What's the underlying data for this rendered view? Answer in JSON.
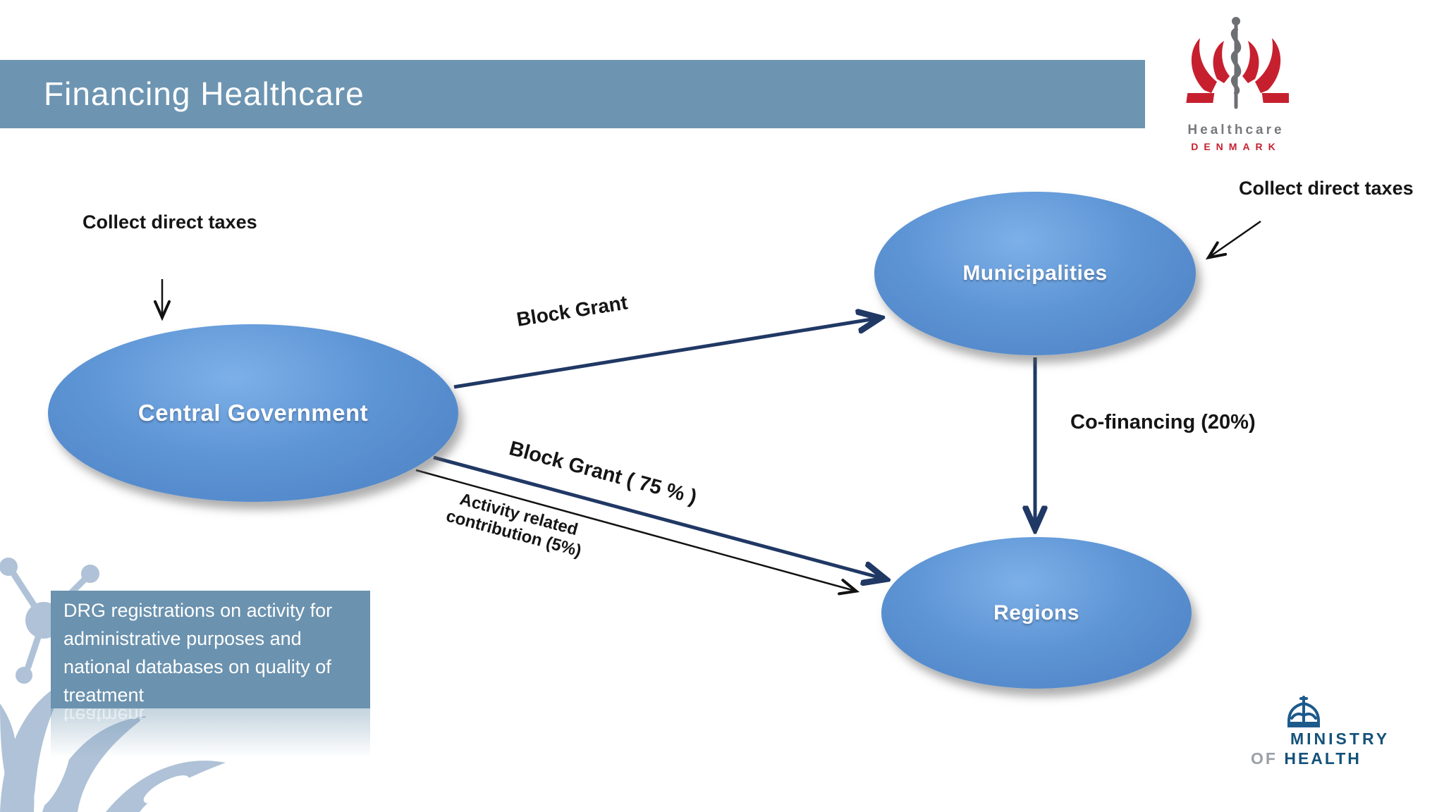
{
  "header": {
    "title": "Financing Healthcare"
  },
  "logo_healthcare_denmark": {
    "line1": "Healthcare",
    "line2": "DENMARK"
  },
  "nodes": {
    "central_government": {
      "label": "Central Government"
    },
    "municipalities": {
      "label": "Municipalities"
    },
    "regions": {
      "label": "Regions"
    }
  },
  "labels": {
    "collect_taxes_left": "Collect direct taxes",
    "collect_taxes_right": "Collect direct taxes"
  },
  "edges": {
    "block_grant": {
      "label": "Block Grant"
    },
    "block_grant_75": {
      "label": "Block Grant  ( 75 % )"
    },
    "activity": {
      "lines": [
        "Activity related",
        "contribution (5%)"
      ]
    },
    "co_financing": {
      "label": "Co-financing (20%)"
    }
  },
  "note_box": {
    "lines": [
      "DRG registrations on activity for",
      "administrative purposes and",
      "national  databases on quality of",
      "treatment"
    ],
    "reflection": "treatment"
  },
  "logo_ministry": {
    "line1": "MINISTRY",
    "of": "OF",
    "health": "HEALTH"
  },
  "colors": {
    "band": "#6d95b2",
    "note_bg": "#6b92ae",
    "node_fill": "#5e95d5",
    "arrow_navy": "#203864",
    "arrow_black": "#111111",
    "logo_red": "#c6202f",
    "ministry_navy": "#14527a",
    "ornament_blue": "#a9bdd4"
  }
}
